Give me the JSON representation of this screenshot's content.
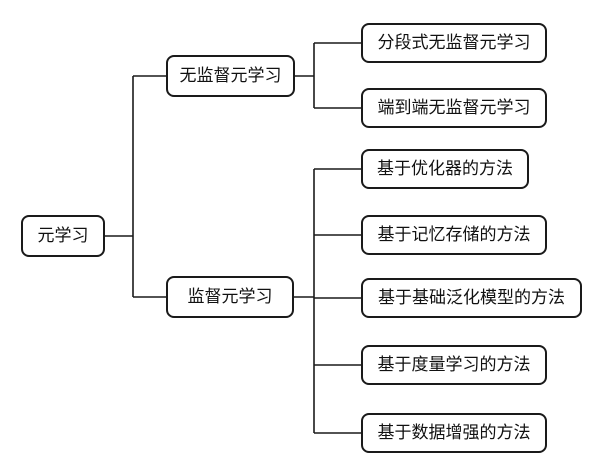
{
  "tree": {
    "root": {
      "label": "元学习",
      "branches": [
        {
          "label": "无监督元学习",
          "children": [
            "分段式无监督元学习",
            "端到端无监督元学习"
          ]
        },
        {
          "label": "监督元学习",
          "children": [
            "基于优化器的方法",
            "基于记忆存储的方法",
            "基于基础泛化模型的方法",
            "基于度量学习的方法",
            "基于数据增强的方法"
          ]
        }
      ]
    }
  },
  "colors": {
    "stroke": "#1a1a1a",
    "text": "#111111",
    "background": "#ffffff"
  }
}
